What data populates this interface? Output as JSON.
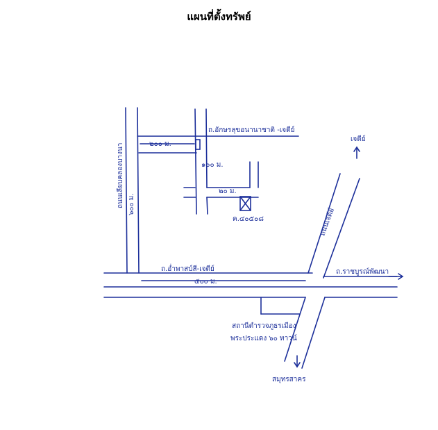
{
  "title": "แผนที่ตั้งทรัพย์",
  "labels": {
    "soi_top": "ถ.อักษรลุขอนานาชาติ -เจดีย์",
    "dist_top": "๒๐๐ ม.",
    "dist_mid": "๑๐๐ ม.",
    "dist_small": "๒๐ ม.",
    "parcel": "ค.๔๐๕๐๘",
    "left_road": "ถนนเลียบคลองบางนา",
    "left_dist": "๖๐๐ ม.",
    "main_road": "ถ.อ่ำพาสบ์สี-เจดีย์",
    "main_dist": "๕๐๐ ม.",
    "right_road": "ถนนเจดีย์",
    "arrow_up": "เจดีย์",
    "right_branch": "ถ.ราชบูรณ์พัฒนา",
    "police_1": "สถานีตำรวจภูธรเมือง",
    "police_2": "พระประแดง ๖๐ ทาวน์",
    "arrow_down": "สมุทรสาคร"
  }
}
